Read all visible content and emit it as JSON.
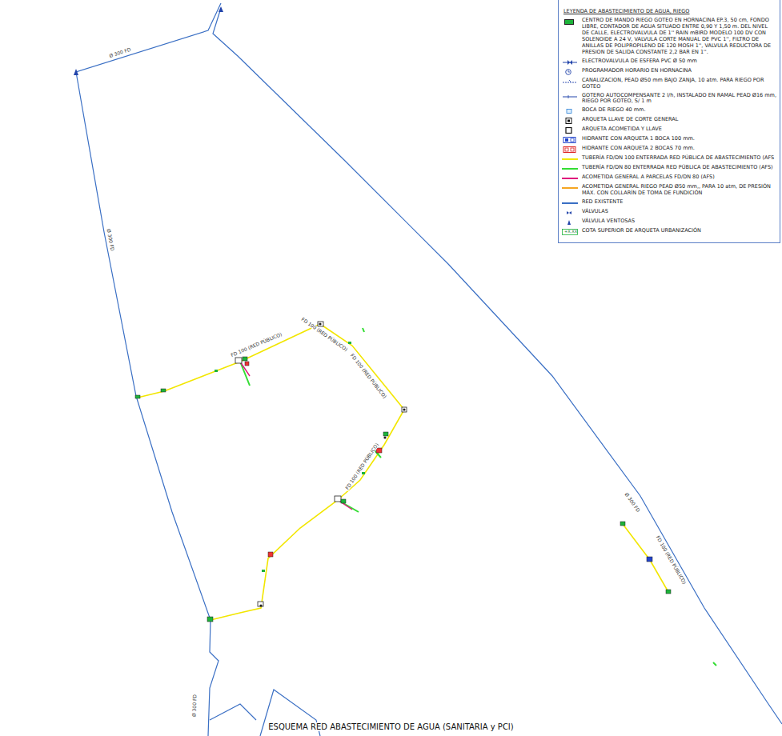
{
  "diagram": {
    "caption": "ESQUEMA RED ABASTECIMIENTO DE AGUA (SANITARIA y PCI)",
    "nodes": [
      {
        "text": [
          "LEYENDA DE ABASTECIMIENTO DE AGUA, RIEGO"
        ]
      }
    ],
    "labels": [
      "Ø 300 FD",
      "Ø 300 FD",
      "Ø 300 FD",
      "Ø 300 FD",
      "FD 100 (RED PÚBLICO)",
      "FD 100 (RED PÚBLICO)",
      "FD 100 (RED PÚBLICO)",
      "FD 100 (RED PÚBLICO)",
      "FD 100 (RED PÚBLICO)",
      "+X,XX"
    ],
    "legend": [
      {
        "text": "CENTRO DE MANDO RIEGO GOTEO EN HORNACINA EP.3, 50 cm, FONDO LIBRE, CONTADOR DE AGUA SITUADO ENTRE 0,90 Y 1,50 m. DEL NIVEL DE CALLE, ELECTROVALVULA DE 1'' RAIN mBIRD MODELO 100 DV CON SOLENOIDE A 24 V, VALVULA CORTE MANUAL DE PVC 1'', FILTRO DE ANILLAS DE POLIPROPILENO DE 120 MOSH 1'', VALVULA REDUCTORA DE PRESION DE SALIDA CONSTANTE 2,2 BAR EN 1''.",
        "color": "#1db33a"
      },
      {
        "text": "ELECTROVALVULA DE ESFERA PVC Ø 50 mm"
      },
      {
        "text": "PROGRAMADOR HORARIO EN HORNACINA"
      },
      {
        "text": "CANALIZACION, PEAD Ø50 mm BAJO ZANJA, 10 atm. PARA RIEGO POR GOTEO"
      },
      {
        "text": "GOTERO AUTOCOMPENSANTE 2 l/h, INSTALADO EN RAMAL PEAD Ø16 mm, RIEGO POR GOTEO, S/ 1 m"
      },
      {
        "text": "BOCA DE RIEGO 40 mm."
      },
      {
        "text": "ARQUETA LLAVE DE CORTE GENERAL"
      },
      {
        "text": "ARQUETA ACOMETIDA Y LLAVE"
      },
      {
        "text": "HIDRANTE CON ARQUETA 1 BOCA 100 mm."
      },
      {
        "text": "HIDRANTE CON ARQUETA 2 BOCAS 70 mm."
      },
      {
        "text": "TUBERÍA FD/DN 100 ENTERRADA RED PÚBLICA DE ABASTECIMIENTO (AFS",
        "color": "#f2e600"
      },
      {
        "text": "TUBERÍA FD/DN 80 ENTERRADA RED PÚBLICA DE ABASTECIMIENTO (AFS)",
        "color": "#33dd33"
      },
      {
        "text": "ACOMETIDA GENERAL A PARCELAS FD/DN 80 (AFS)",
        "color": "#e0147c"
      },
      {
        "text": "ACOMETIDA GENERAL RIEGO PEAD Ø50 mm,, PARA 10 atm, DE PRESIÓN MÁX. CON COLLARÍN DE TOMA DE FUNDICIÓN",
        "color": "#f5a623"
      },
      {
        "text": "RED EXISTENTE",
        "color": "#3a6fc4"
      },
      {
        "text": "VÁLVULAS"
      },
      {
        "text": "VÁLVULA VENTOSAS"
      },
      {
        "text": "COTA SUPERIOR DE ARQUETA URBANIZACIÓN"
      }
    ]
  }
}
